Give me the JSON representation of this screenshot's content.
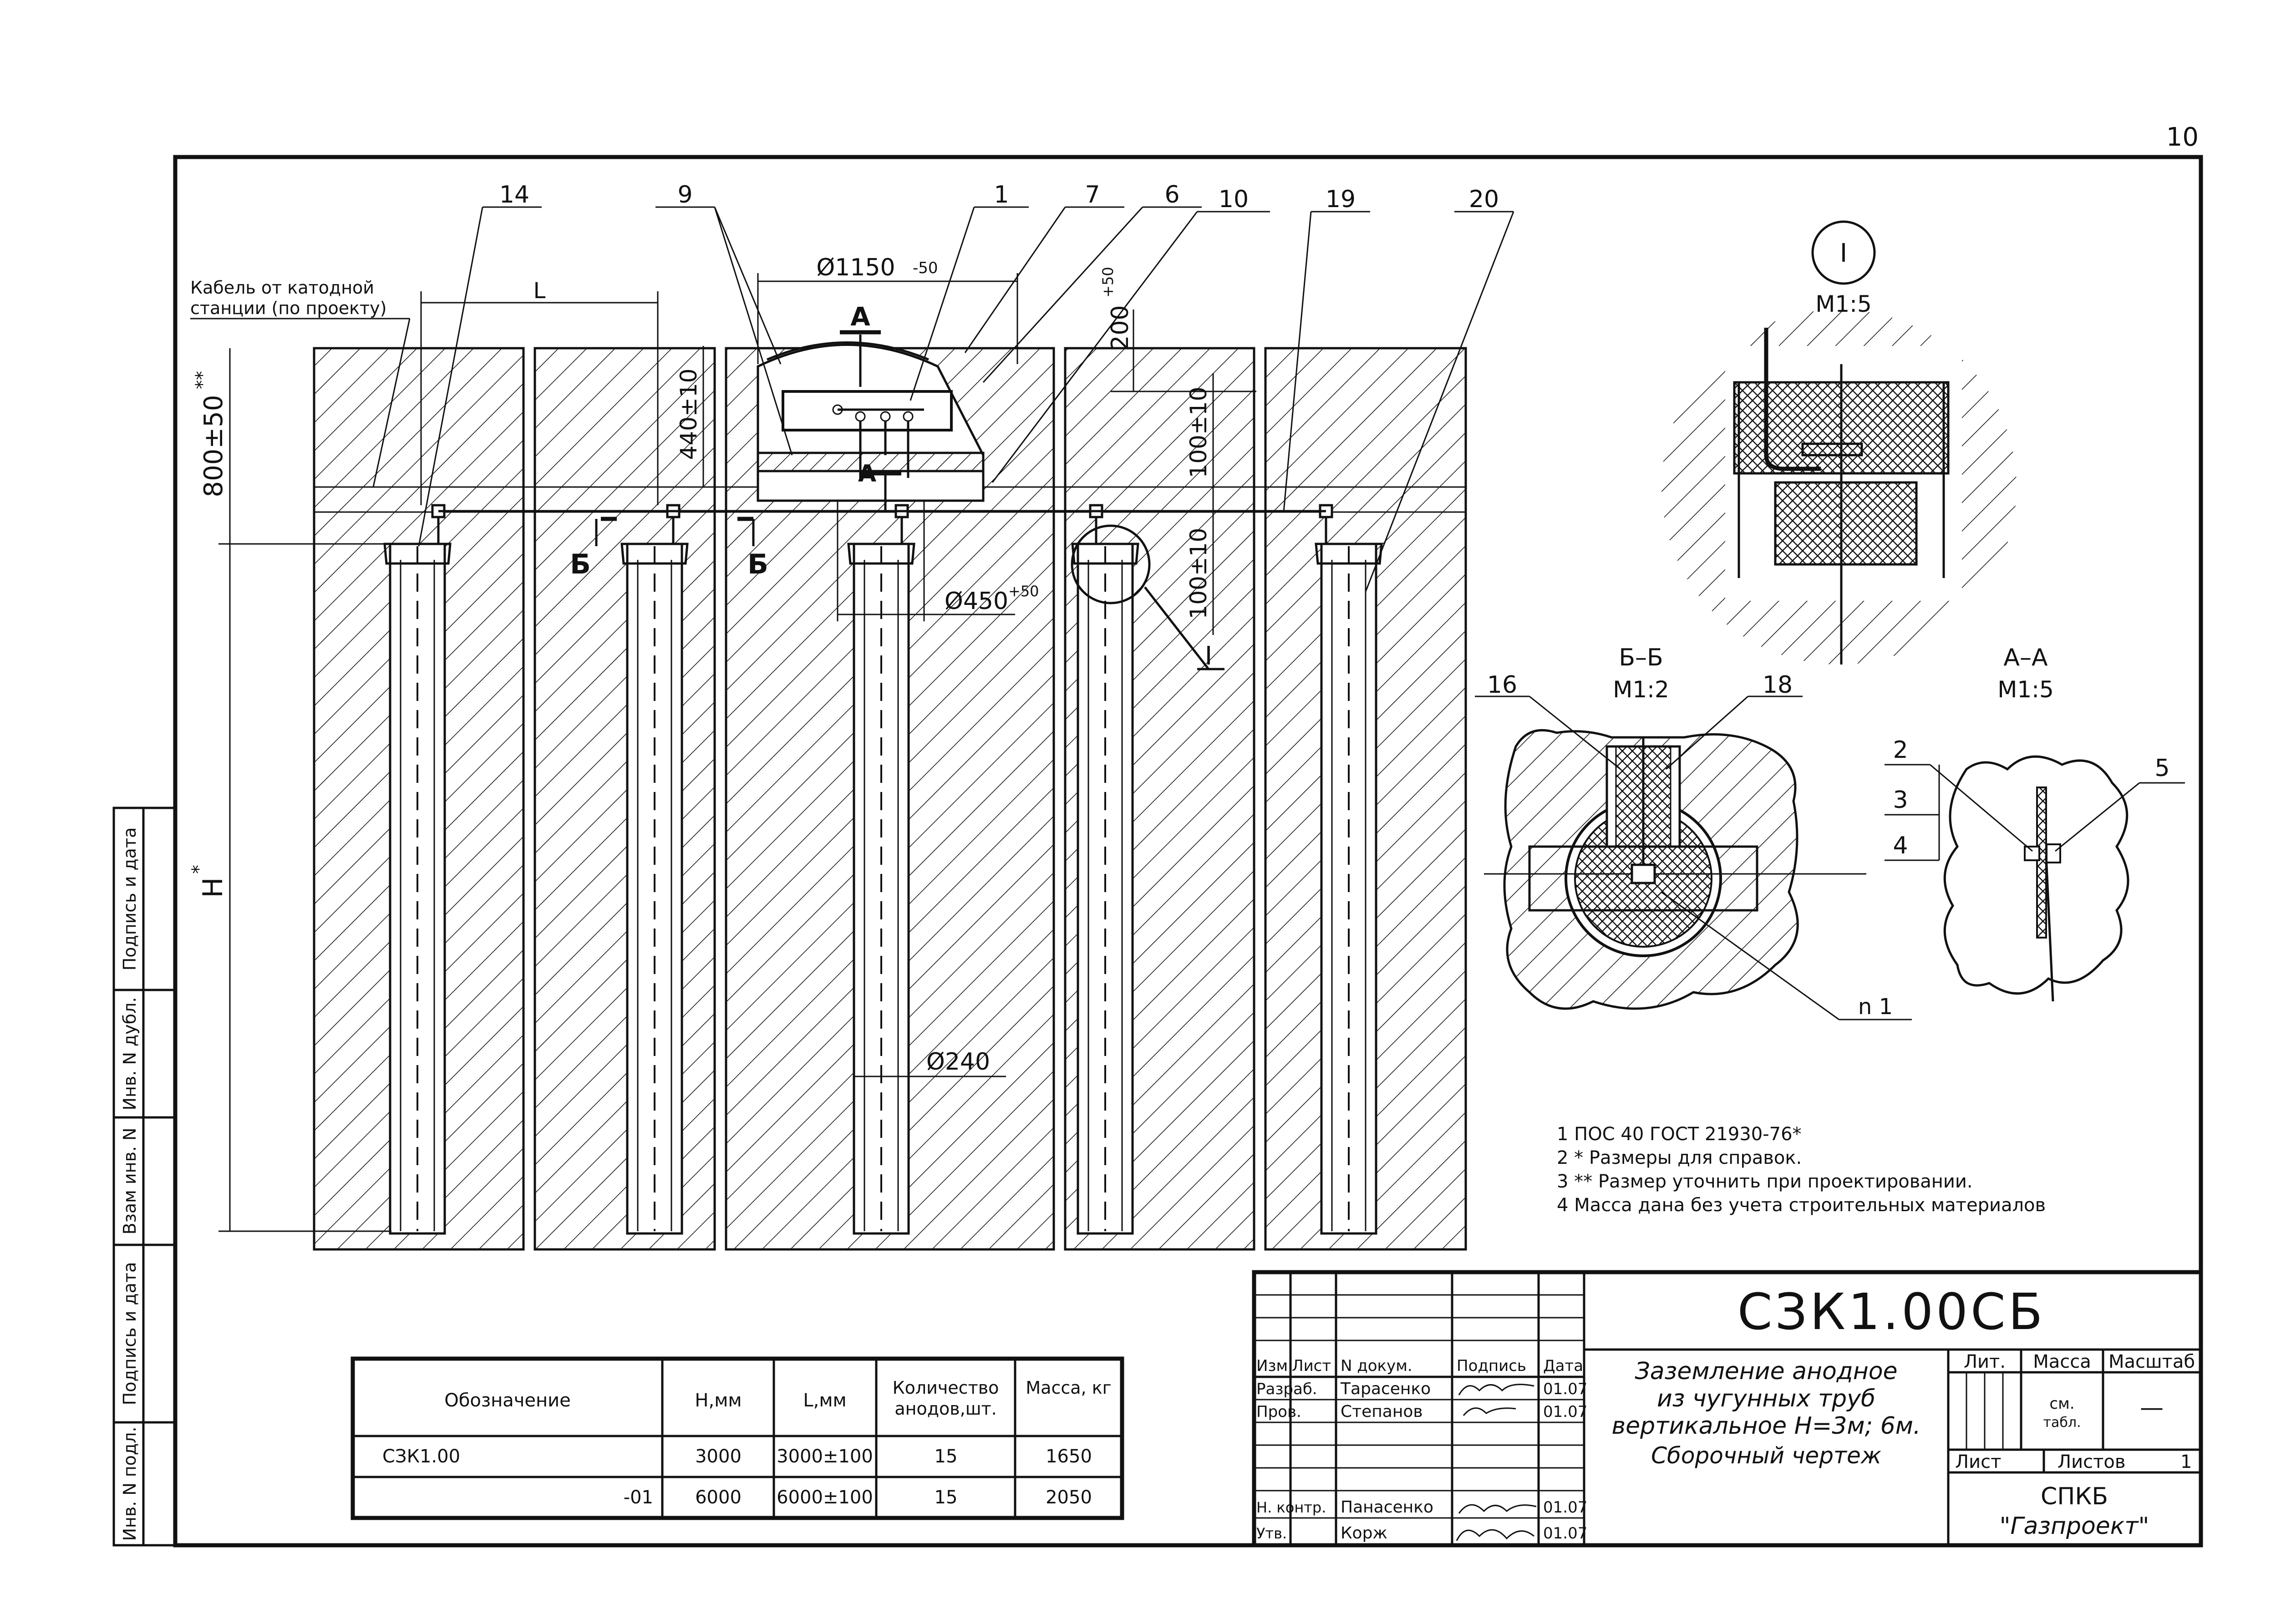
{
  "sheet": {
    "page_number": "10",
    "side_stamps": [
      "Инв. N подл.",
      "Подпись и дата",
      "Взам инв. N",
      "Инв. N дубл.",
      "Подпись и дата"
    ]
  },
  "main_view": {
    "callouts": [
      "14",
      "9",
      "1",
      "7",
      "6",
      "10",
      "19",
      "20"
    ],
    "cable_note": [
      "Кабель от катодной",
      "станции (по проекту)"
    ],
    "dims": {
      "L": "L",
      "d1150": "Ø1150",
      "d1150_tol": "-50",
      "h200": "200",
      "h200_tol": "+50",
      "h440": "440±10",
      "h100a": "100±10",
      "h100b": "100±10",
      "h800": "800±50",
      "h800_mark": "**",
      "H": "H",
      "H_mark": "*",
      "d450": "Ø450",
      "d450_tol": "+50",
      "d240": "Ø240"
    },
    "section_marks": {
      "A": "A",
      "B": "Б",
      "detail": "I"
    }
  },
  "detail_I": {
    "label": "I",
    "scale": "M1:5"
  },
  "section_BB": {
    "title": "Б–Б",
    "scale": "M1:2",
    "callouts": [
      "16",
      "18"
    ],
    "weld_note": "n 1"
  },
  "section_AA": {
    "title": "А–А",
    "scale": "M1:5",
    "callouts": [
      "2",
      "3",
      "4",
      "5"
    ]
  },
  "notes": [
    "1 ПОС 40 ГОСТ 21930-76*",
    "2 * Размеры для справок.",
    "3 ** Размер уточнить при проектировании.",
    "4 Масса дана без учета строительных материалов"
  ],
  "spec_table": {
    "headers": [
      "Обозначение",
      "H,мм",
      "L,мм",
      "Количество анодов,шт.",
      "Масса, кг"
    ],
    "rows": [
      [
        "СЗК1.00",
        "3000",
        "3000±100",
        "15",
        "1650"
      ],
      [
        "-01",
        "6000",
        "6000±100",
        "15",
        "2050"
      ]
    ]
  },
  "title_block": {
    "code": "СЗК1.00СБ",
    "description": [
      "Заземление анодное",
      "из чугунных труб",
      "вертикальное H=3м; 6м.",
      "Сборочный чертеж"
    ],
    "header_cols": [
      "Изм.",
      "Лист",
      "N докум.",
      "Подпись",
      "Дата"
    ],
    "roles": [
      {
        "role": "Разраб.",
        "name": "Тарасенко",
        "date": "01.07"
      },
      {
        "role": "Пров.",
        "name": "Степанов",
        "date": "01.07"
      },
      {
        "role": "Н. контр.",
        "name": "Панасенко",
        "date": "01.07"
      },
      {
        "role": "Утв.",
        "name": "Корж",
        "date": "01.07"
      }
    ],
    "lit_label": "Лит.",
    "mass_label": "Масса",
    "scale_label": "Масштаб",
    "mass_value": [
      "см.",
      "табл."
    ],
    "scale_value": "—",
    "sheet_label": "Лист",
    "sheets_label": "Листов",
    "sheets_value": "1",
    "org": [
      "СПКБ",
      "\"Газпроект\""
    ]
  }
}
